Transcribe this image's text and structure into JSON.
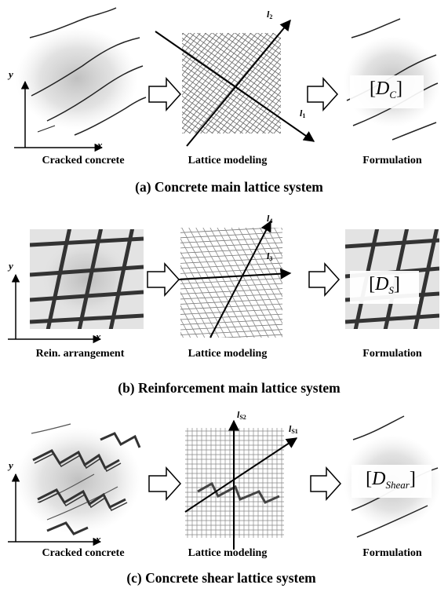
{
  "panels": [
    {
      "id": "a",
      "caption": "(a) Concrete main lattice system",
      "left_label": "Cracked concrete",
      "middle_label": "Lattice modeling",
      "right_label": "Formulation",
      "axis_y": "y",
      "axis_x": "x",
      "lattice_axis_1": {
        "base": "l",
        "sub": "2"
      },
      "lattice_axis_2": {
        "base": "l",
        "sub": "1"
      },
      "matrix": {
        "base": "D",
        "sub": "C"
      }
    },
    {
      "id": "b",
      "caption": "(b) Reinforcement main lattice system",
      "left_label": "Rein. arrangement",
      "middle_label": "Lattice modeling",
      "right_label": "Formulation",
      "axis_y": "y",
      "axis_x": "x",
      "lattice_axis_1": {
        "base": "l",
        "sub": "4"
      },
      "lattice_axis_2": {
        "base": "l",
        "sub": "3"
      },
      "matrix": {
        "base": "D",
        "sub": "S"
      }
    },
    {
      "id": "c",
      "caption": "(c) Concrete shear lattice system",
      "left_label": "Cracked concrete",
      "middle_label": "Lattice modeling",
      "right_label": "Formulation",
      "axis_y": "y",
      "axis_x": "x",
      "lattice_axis_1": {
        "base": "l",
        "sub": "S2"
      },
      "lattice_axis_2": {
        "base": "l",
        "sub": "S1"
      },
      "matrix": {
        "base": "D",
        "sub": "Shear"
      }
    }
  ]
}
